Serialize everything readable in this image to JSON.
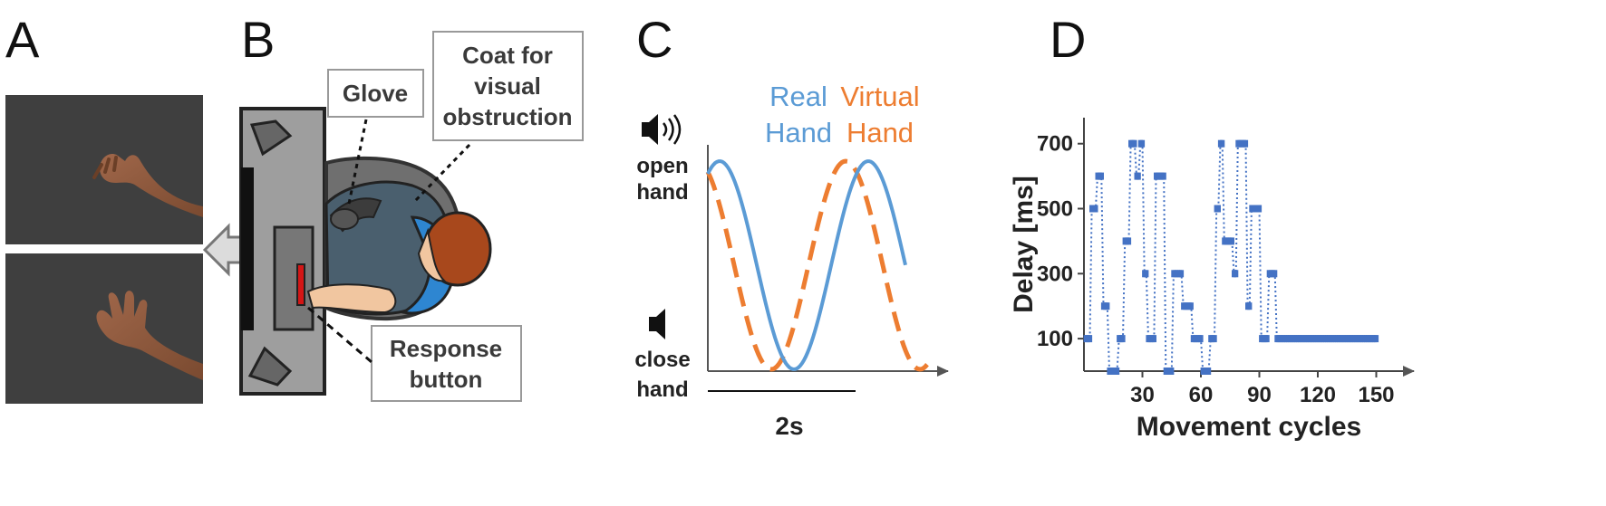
{
  "panels": {
    "a": "A",
    "b": "B",
    "c": "C",
    "d": "D"
  },
  "panel_b": {
    "glove": "Glove",
    "coat_line1": "Coat for",
    "coat_line2": "visual",
    "coat_line3": "obstruction",
    "button_line1": "Response",
    "button_line2": "button"
  },
  "panel_c": {
    "real_line1": "Real",
    "real_line2": "Hand",
    "virtual_line1": "Virtual",
    "virtual_line2": "Hand",
    "open_line1": "open",
    "open_line2": "hand",
    "close_line1": "close",
    "close_line2": "hand",
    "timescale": "2s"
  },
  "colors": {
    "real": "#5b9bd5",
    "virtual": "#ed7d31",
    "delay_series": "#4472c4"
  },
  "chart_data": {
    "type": "line",
    "title": "",
    "xlabel": "Movement cycles",
    "ylabel": "Delay [ms]",
    "xticks": [
      30,
      60,
      90,
      120,
      150
    ],
    "yticks": [
      100,
      300,
      500,
      700
    ],
    "xlim": [
      0,
      160
    ],
    "ylim": [
      0,
      780
    ],
    "series": [
      {
        "style": "dotted-with-square-markers",
        "x": [
          1,
          2,
          3,
          4,
          5,
          6,
          7,
          8,
          9,
          10,
          11,
          12,
          13,
          14,
          15,
          16,
          17,
          18,
          19,
          20,
          21,
          22,
          23,
          24,
          25,
          26,
          27,
          28,
          29,
          30,
          31,
          32,
          33,
          34,
          35,
          36,
          37,
          38,
          39,
          40,
          41,
          42,
          43,
          44,
          45,
          46,
          47,
          48,
          49,
          50,
          51,
          52,
          53,
          54,
          55,
          56,
          57,
          58,
          59,
          60,
          61,
          62,
          63,
          64,
          65,
          66,
          67,
          68,
          69,
          70,
          71,
          72,
          73,
          74,
          75,
          76,
          77,
          78,
          79,
          80,
          81,
          82,
          83,
          84,
          85,
          86,
          87,
          88,
          89,
          90,
          91,
          92,
          93,
          94,
          95,
          96,
          97,
          98,
          99,
          100,
          101,
          102,
          103,
          104,
          105,
          106,
          107,
          108,
          109,
          110,
          111,
          112,
          113,
          114,
          115,
          116,
          117,
          118,
          119,
          120,
          121,
          122,
          123,
          124,
          125,
          126,
          127,
          128,
          129,
          130,
          131,
          132,
          133,
          134,
          135,
          136,
          137,
          138,
          139,
          140,
          141,
          142,
          143,
          144,
          145,
          146,
          147,
          148,
          149,
          150
        ],
        "y": [
          100,
          100,
          100,
          500,
          500,
          500,
          600,
          600,
          600,
          200,
          200,
          200,
          0,
          0,
          0,
          0,
          0,
          100,
          100,
          100,
          400,
          400,
          400,
          700,
          700,
          700,
          600,
          600,
          700,
          700,
          300,
          300,
          100,
          100,
          100,
          100,
          600,
          600,
          600,
          600,
          600,
          0,
          0,
          0,
          0,
          300,
          300,
          300,
          300,
          300,
          200,
          200,
          200,
          200,
          200,
          100,
          100,
          100,
          100,
          100,
          0,
          0,
          0,
          0,
          100,
          100,
          100,
          500,
          500,
          700,
          700,
          400,
          400,
          400,
          400,
          400,
          300,
          300,
          700,
          700,
          700,
          700,
          700,
          200,
          200,
          500,
          500,
          500,
          500,
          500,
          100,
          100,
          100,
          100,
          300,
          300,
          300,
          300,
          100,
          100,
          100,
          100,
          100,
          100,
          100,
          100,
          100,
          100,
          100,
          100,
          100,
          100,
          100,
          100,
          100,
          100,
          100,
          100,
          100,
          100,
          100,
          100,
          100,
          100,
          100,
          100,
          100,
          100,
          100,
          100,
          100,
          100,
          100,
          100,
          100,
          100,
          100,
          100,
          100,
          100,
          100,
          100,
          100,
          100,
          100,
          100,
          100,
          100,
          100,
          100
        ]
      }
    ]
  }
}
